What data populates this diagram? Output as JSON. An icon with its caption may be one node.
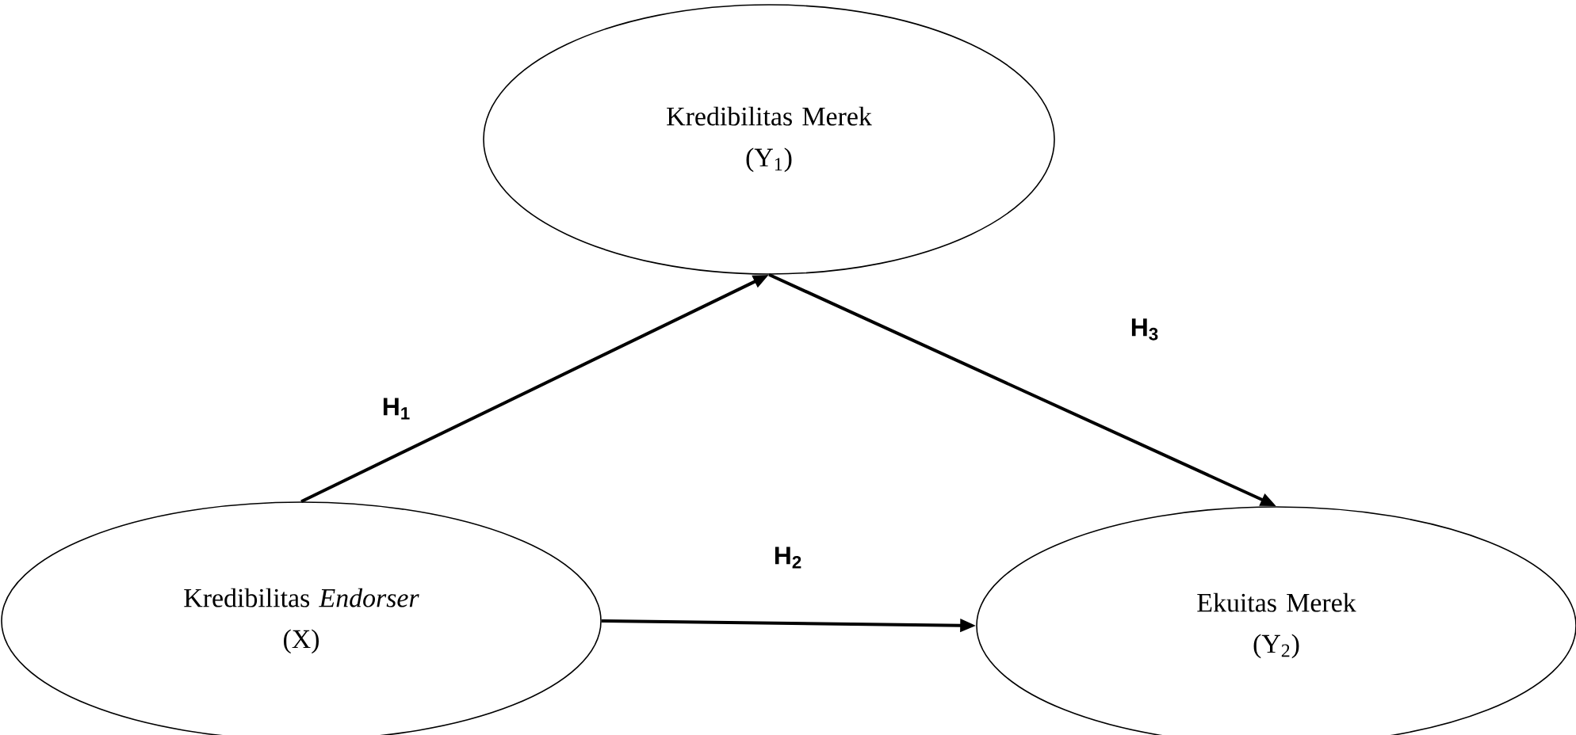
{
  "diagram": {
    "nodes": [
      {
        "text": [
          "Kredibilitas Merek",
          "(Y$_{1}$)"
        ]
      },
      {
        "text": [
          "Kredibilitas *Endorser*",
          "(X)"
        ]
      },
      {
        "text": [
          "Ekuitas Merek",
          "(Y$_{2}$)"
        ]
      }
    ],
    "edges": [
      {
        "from": 1,
        "to": 0,
        "arrow": "to",
        "label": "H$_{1}$"
      },
      {
        "from": 0,
        "to": 2,
        "arrow": "to",
        "label": "H$_{3}$"
      },
      {
        "from": 1,
        "to": 2,
        "arrow": "to",
        "label": "H$_{2}$"
      }
    ]
  }
}
